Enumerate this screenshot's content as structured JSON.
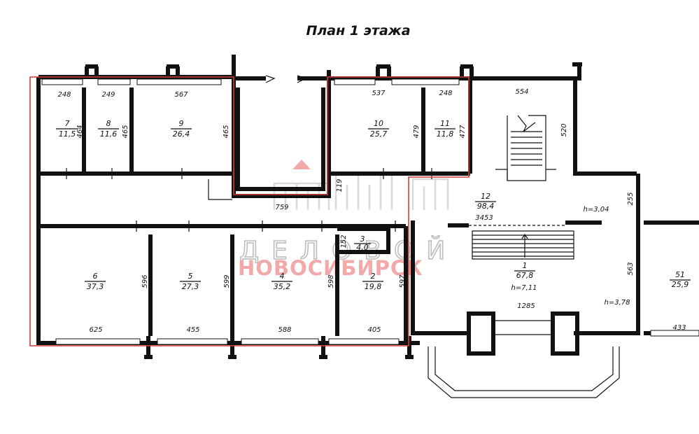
{
  "title": "План 1 этажа",
  "watermark": {
    "line1": "ДЕЛОВОЙ",
    "line2": "НОВОСИБИРСК"
  },
  "rooms": [
    {
      "id": "7",
      "number": "7",
      "area": "11,5"
    },
    {
      "id": "8",
      "number": "8",
      "area": "11,6"
    },
    {
      "id": "9",
      "number": "9",
      "area": "26,4"
    },
    {
      "id": "10",
      "number": "10",
      "area": "25,7"
    },
    {
      "id": "11",
      "number": "11",
      "area": "11,8"
    },
    {
      "id": "12",
      "number": "12",
      "area": "98,4"
    },
    {
      "id": "3",
      "number": "3",
      "area": "4,0"
    },
    {
      "id": "6",
      "number": "6",
      "area": "37,3"
    },
    {
      "id": "5",
      "number": "5",
      "area": "27,3"
    },
    {
      "id": "4",
      "number": "4",
      "area": "35,2"
    },
    {
      "id": "2",
      "number": "2",
      "area": "19,8"
    },
    {
      "id": "1",
      "number": "1",
      "area": "67,8"
    },
    {
      "id": "51",
      "number": "51",
      "area": "25,9"
    }
  ],
  "dimensions": [
    {
      "id": "d248a",
      "value": "248"
    },
    {
      "id": "d249",
      "value": "249"
    },
    {
      "id": "d567",
      "value": "567"
    },
    {
      "id": "d537",
      "value": "537"
    },
    {
      "id": "d248b",
      "value": "248"
    },
    {
      "id": "d554",
      "value": "554"
    },
    {
      "id": "d464",
      "value": "464"
    },
    {
      "id": "d465a",
      "value": "465"
    },
    {
      "id": "d465b",
      "value": "465"
    },
    {
      "id": "d479",
      "value": "479"
    },
    {
      "id": "d477",
      "value": "477"
    },
    {
      "id": "d520",
      "value": "520"
    },
    {
      "id": "d119",
      "value": "119"
    },
    {
      "id": "d759",
      "value": "759"
    },
    {
      "id": "d255",
      "value": "255"
    },
    {
      "id": "d3453",
      "value": "3453"
    },
    {
      "id": "d152",
      "value": "152"
    },
    {
      "id": "d596",
      "value": "596"
    },
    {
      "id": "d599",
      "value": "599"
    },
    {
      "id": "d598",
      "value": "598"
    },
    {
      "id": "d597",
      "value": "597"
    },
    {
      "id": "d563",
      "value": "563"
    },
    {
      "id": "d1285",
      "value": "1285"
    },
    {
      "id": "d625",
      "value": "625"
    },
    {
      "id": "d455",
      "value": "455"
    },
    {
      "id": "d588",
      "value": "588"
    },
    {
      "id": "d405",
      "value": "405"
    },
    {
      "id": "d433",
      "value": "433"
    }
  ],
  "heights": [
    {
      "id": "h304",
      "value": "h=3,04"
    },
    {
      "id": "h711",
      "value": "h=7,11"
    },
    {
      "id": "h378",
      "value": "h=3,78"
    }
  ],
  "colors": {
    "highlight": "#d43a3a",
    "watermark_red": "#f2a9a9",
    "watermark_grey": "#bdbdbd",
    "ink": "#111111"
  }
}
